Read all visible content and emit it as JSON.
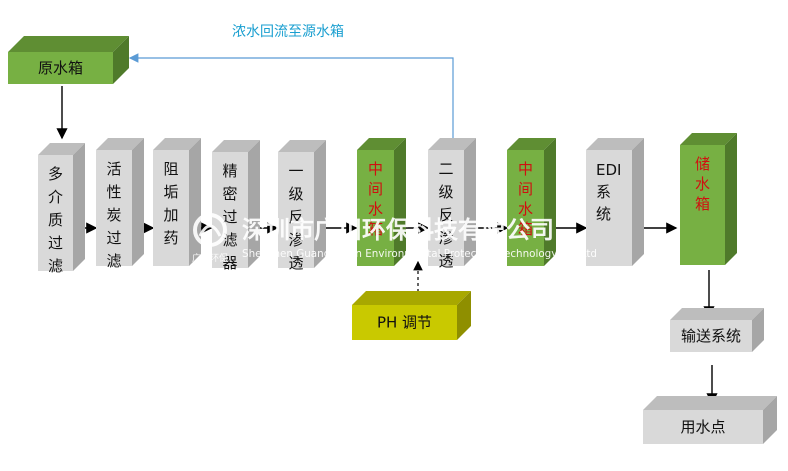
{
  "diagram": {
    "recycle_label": "浓水回流至源水箱",
    "nodes": {
      "raw_tank": "原水箱",
      "multimedia_filter": "多介质过滤",
      "carbon_filter": "活性炭过滤",
      "antiscalant": "阻垢加药",
      "precision_filter": "精密过滤器",
      "ro_stage1": "一级反渗透",
      "mid_tank1": "中间水箱",
      "ro_stage2": "二级反渗透",
      "mid_tank2": "中间水箱",
      "edi": "EDI系统",
      "storage_tank": "储水箱",
      "ph_adjust": "PH 调节",
      "delivery": "输送系统",
      "use_point": "用水点"
    },
    "watermark": {
      "company": "深圳市广川环保科技有限公司",
      "company_en": "Shenzhen Guangchuan Environmental Protection Technology Co.,Ltd",
      "logo_text": "广川环保"
    },
    "colors": {
      "gray_front": "#d9d9d9",
      "gray_top": "#bdbdbd",
      "gray_side": "#a6a6a6",
      "green_front": "#77b043",
      "green_top": "#5f8e33",
      "green_side": "#4f7a2a",
      "yellow_front": "#c9c900",
      "yellow_top": "#a8a800",
      "yellow_side": "#8f8f00",
      "recycle_line": "#5b9bd5",
      "red_text": "#d01010"
    }
  }
}
